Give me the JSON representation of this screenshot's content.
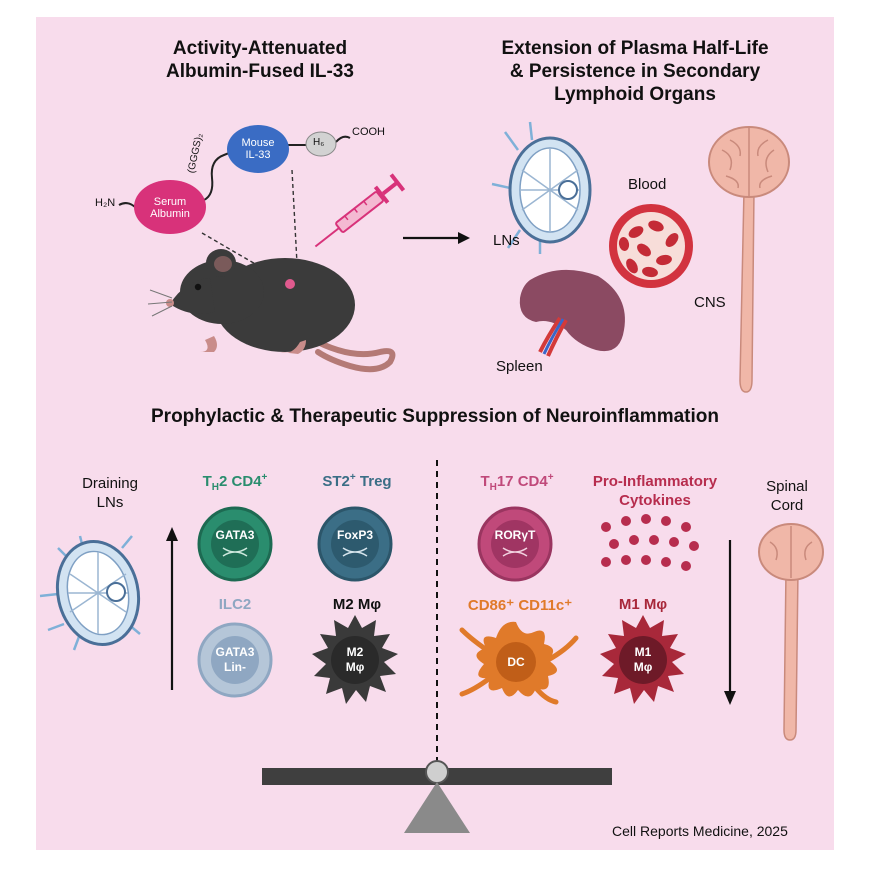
{
  "top_left": {
    "title_line1": "Activity-Attenuated",
    "title_line2": "Albumin-Fused IL-33",
    "construct": {
      "n_terminus": "H₂N",
      "serum_albumin_line1": "Serum",
      "serum_albumin_line2": "Albumin",
      "linker": "(GGGS)₂",
      "mouse_il33_line1": "Mouse",
      "mouse_il33_line2": "IL-33",
      "his_tag": "H₆",
      "c_terminus": "COOH"
    }
  },
  "top_right": {
    "title_line1": "Extension of Plasma Half-Life",
    "title_line2": "& Persistence in Secondary",
    "title_line3": "Lymphoid Organs",
    "labels": {
      "lns": "LNs",
      "blood": "Blood",
      "spleen": "Spleen",
      "cns": "CNS"
    }
  },
  "bottom": {
    "title": "Prophylactic & Therapeutic Suppression of Neuroinflammation",
    "left_side_label_line1": "Draining",
    "left_side_label_line2": "LNs",
    "right_side_label_line1": "Spinal",
    "right_side_label_line2": "Cord",
    "cells": {
      "th2": {
        "head_main": "T",
        "head_sub": "H",
        "head_rest": "2 CD4",
        "head_sup": "+",
        "marker": "GATA3",
        "color": "#2a8d6e"
      },
      "treg": {
        "head_main": "ST2",
        "head_sup": "+",
        "head_rest": " Treg",
        "marker": "FoxP3",
        "color": "#3b6e86"
      },
      "ilc2": {
        "head": "ILC2",
        "marker_line1": "GATA3",
        "marker_line2": "Lin-",
        "color": "#8fa7c2"
      },
      "m2": {
        "head": "M2 Mφ",
        "marker_line1": "M2",
        "marker_line2": "Mφ",
        "color": "#3a3a3a"
      },
      "th17": {
        "head_main": "T",
        "head_sub": "H",
        "head_rest": "17 CD4",
        "head_sup": "+",
        "marker": "RORγT",
        "color": "#c0497a"
      },
      "cytokines": {
        "head_line1": "Pro-Inflammatory",
        "head_line2": "Cytokines",
        "color": "#b72d4e"
      },
      "dc": {
        "head": "CD86⁺ CD11c⁺",
        "marker": "DC",
        "color": "#e07a2a"
      },
      "m1": {
        "head": "M1 Mφ",
        "marker_line1": "M1",
        "marker_line2": "Mφ",
        "color": "#a8283a"
      }
    }
  },
  "citation": "Cell Reports Medicine, 2025"
}
